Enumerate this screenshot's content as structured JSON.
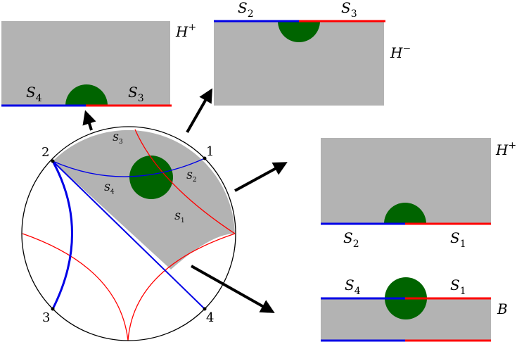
{
  "colors": {
    "shade": "#b3b3b3",
    "disk": "#006400",
    "blue": "#0000e6",
    "red": "#ff0000",
    "arrow": "#000000"
  },
  "boundary_points": [
    "1",
    "2",
    "3",
    "4"
  ],
  "disk_labels": {
    "s1": {
      "main": "S",
      "sub": "1"
    },
    "s2": {
      "main": "S",
      "sub": "2"
    },
    "s3": {
      "main": "S",
      "sub": "3"
    },
    "s4": {
      "main": "S",
      "sub": "4"
    }
  },
  "panel_top_left": {
    "region": {
      "main": "H",
      "sup": "+"
    },
    "left": {
      "main": "S",
      "sub": "4"
    },
    "right": {
      "main": "S",
      "sub": "3"
    }
  },
  "panel_top_center": {
    "region": {
      "main": "H",
      "sup": "−"
    },
    "left": {
      "main": "S",
      "sub": "2"
    },
    "right": {
      "main": "S",
      "sub": "3"
    }
  },
  "panel_mid_right": {
    "region": {
      "main": "H",
      "sup": "+"
    },
    "left": {
      "main": "S",
      "sub": "2"
    },
    "right": {
      "main": "S",
      "sub": "1"
    }
  },
  "panel_bottom_right": {
    "region": {
      "main": "B",
      "sup": ""
    },
    "left": {
      "main": "S",
      "sub": "4"
    },
    "right": {
      "main": "S",
      "sub": "1"
    }
  }
}
